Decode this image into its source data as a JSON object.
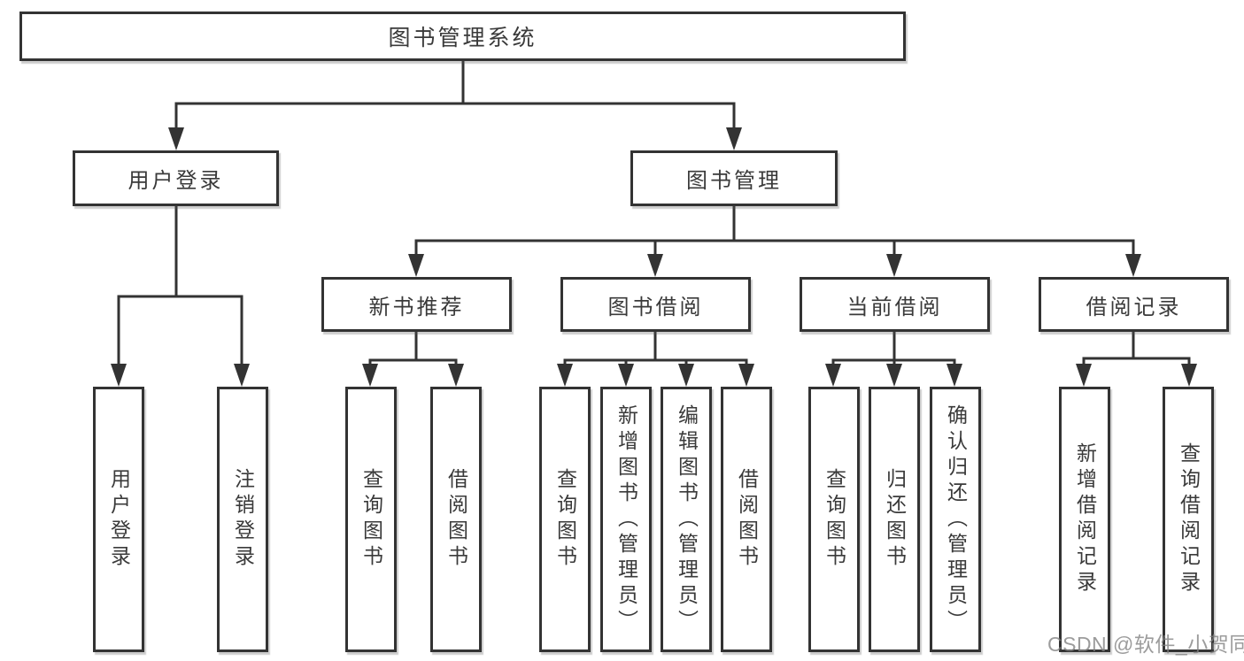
{
  "diagram": {
    "root": {
      "label": "图书管理系统"
    },
    "branches": [
      {
        "label": "用户登录"
      },
      {
        "label": "图书管理"
      }
    ],
    "modules": [
      {
        "label": "新书推荐"
      },
      {
        "label": "图书借阅"
      },
      {
        "label": "当前借阅"
      },
      {
        "label": "借阅记录"
      }
    ],
    "leaves": [
      {
        "label": "用户登录"
      },
      {
        "label": "注销登录"
      },
      {
        "label": "查询图书"
      },
      {
        "label": "借阅图书"
      },
      {
        "label": "查询图书"
      },
      {
        "label": "新增图书（管理员）"
      },
      {
        "label": "编辑图书（管理员）"
      },
      {
        "label": "借阅图书"
      },
      {
        "label": "查询图书"
      },
      {
        "label": "归还图书"
      },
      {
        "label": "确认归还（管理员）"
      },
      {
        "label": "新增借阅记录"
      },
      {
        "label": "查询借阅记录"
      }
    ],
    "watermark": "CSDN @软件_小贺同学"
  },
  "colors": {
    "line": "#333333",
    "text": "#3a3a3a",
    "background": "#ffffff",
    "watermark": "#808080"
  }
}
